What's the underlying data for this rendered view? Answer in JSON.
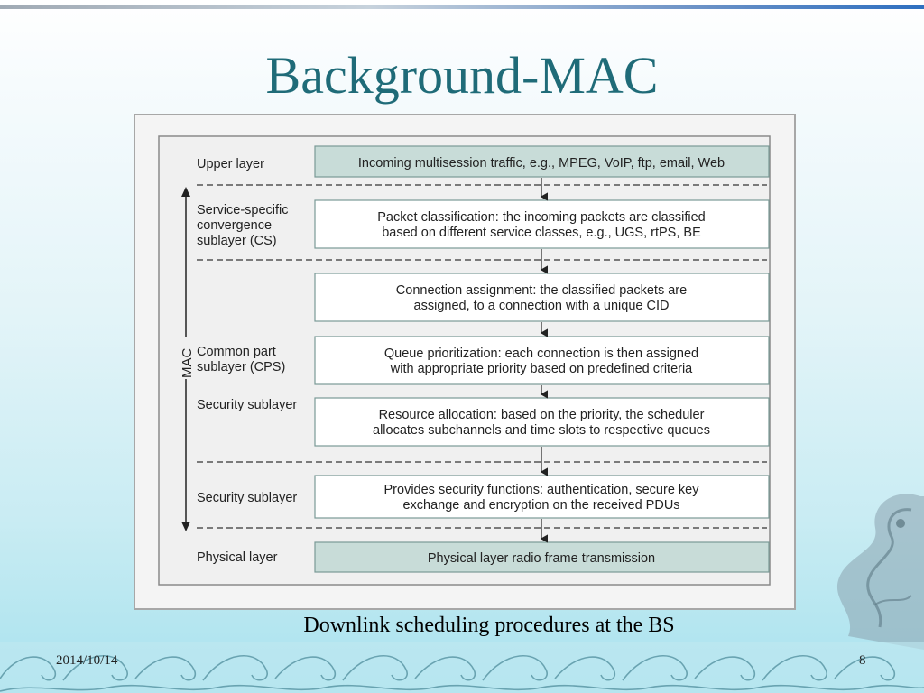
{
  "slide": {
    "title": "Background-MAC",
    "caption": "Downlink scheduling procedures at the BS",
    "footer_date": "2014/10/14",
    "page_number": "8"
  },
  "diagram": {
    "mac_label": "MAC",
    "layer_labels": {
      "upper": "Upper layer",
      "cs": [
        "Service-specific",
        "convergence",
        "sublayer (CS)"
      ],
      "cps": [
        "Common part",
        "sublayer (CPS)"
      ],
      "security1": "Security sublayer",
      "security2": "Security sublayer",
      "physical": "Physical layer"
    },
    "boxes": {
      "upper": [
        "Incoming multisession traffic, e.g., MPEG, VoIP, ftp, email, Web"
      ],
      "classification": [
        "Packet classification: the incoming packets are classified",
        "based on different service classes, e.g., UGS, rtPS, BE"
      ],
      "connection": [
        "Connection assignment: the classified packets are",
        "assigned, to a connection with a unique CID"
      ],
      "queue": [
        "Queue prioritization: each connection is then assigned",
        "with appropriate priority based on predefined criteria"
      ],
      "resource": [
        "Resource allocation: based on the priority, the scheduler",
        "allocates subchannels and time slots to respective queues"
      ],
      "security": [
        "Provides security functions: authentication, secure key",
        "exchange and encryption on the received PDUs"
      ],
      "physical": [
        "Physical layer radio frame transmission"
      ]
    },
    "colors": {
      "shaded_box": "#c8dcd8",
      "plain_box": "#ffffff",
      "border": "#7a9a96"
    }
  }
}
